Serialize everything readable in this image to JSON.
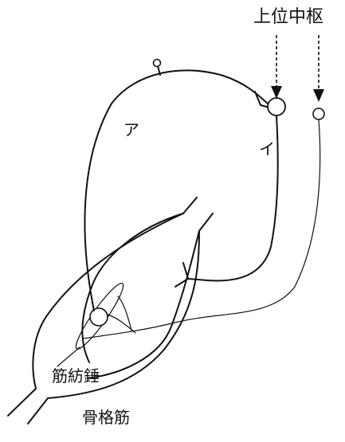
{
  "labels": {
    "upper_center": "上位中枢",
    "neuron_a": "ア",
    "neuron_i": "イ",
    "muscle_spindle": "筋紡錘",
    "skeletal_muscle": "骨格筋"
  },
  "colors": {
    "ink": "#111111",
    "background": "#ffffff"
  }
}
